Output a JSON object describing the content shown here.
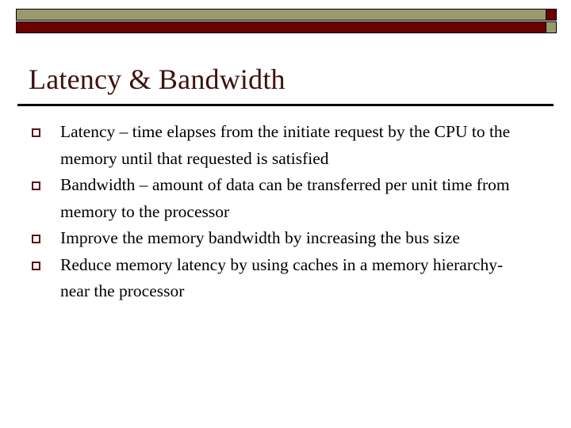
{
  "slide": {
    "title": "Latency & Bandwidth",
    "bullets": [
      {
        "text": "Latency – time elapses from the initiate request by the CPU to the memory until that requested is satisfied",
        "marker": "hollow-square-bullet"
      },
      {
        "text": "Bandwidth – amount of data can be transferred per unit time from memory to the processor",
        "marker": "hollow-square-bullet"
      },
      {
        "text": "Improve the memory bandwidth by increasing the bus size",
        "marker": "hollow-square-bullet"
      },
      {
        "text": "Reduce memory latency by using caches in a memory hierarchy- near the processor",
        "marker": "hollow-square-bullet"
      }
    ]
  },
  "theme": {
    "banner_olive": "#9a9a6e",
    "banner_maroon": "#6b0000",
    "title_color": "#3d1111",
    "bullet_marker_color": "#5a1616",
    "rule_color": "#000000",
    "background": "#ffffff",
    "body_text_color": "#000000"
  }
}
